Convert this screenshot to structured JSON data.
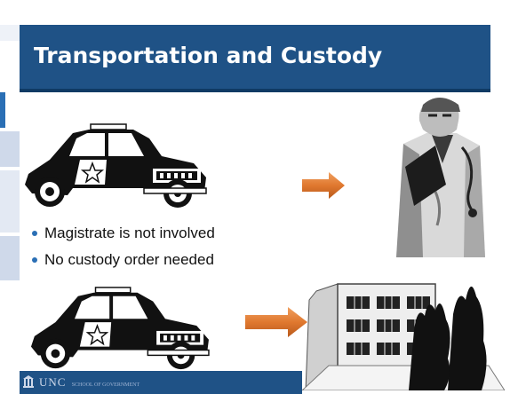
{
  "slide": {
    "title": "Transportation and Custody",
    "bullets": [
      "Magistrate is not involved",
      "No custody order needed"
    ],
    "footer": {
      "logo_text": "UNC",
      "logo_subtext": "SCHOOL OF GOVERNMENT"
    }
  },
  "colors": {
    "title_band": "#1f5286",
    "bullet_dot": "#2a6fb5",
    "arrow": "#e0782f",
    "footer": "#1f5286"
  },
  "icons": {
    "police_car_top": "police-car-icon",
    "police_car_bottom": "police-car-icon",
    "arrow_top": "right-arrow-icon",
    "arrow_bottom": "right-arrow-icon",
    "doctor": "doctor-icon",
    "hospital": "hospital-building-icon"
  }
}
